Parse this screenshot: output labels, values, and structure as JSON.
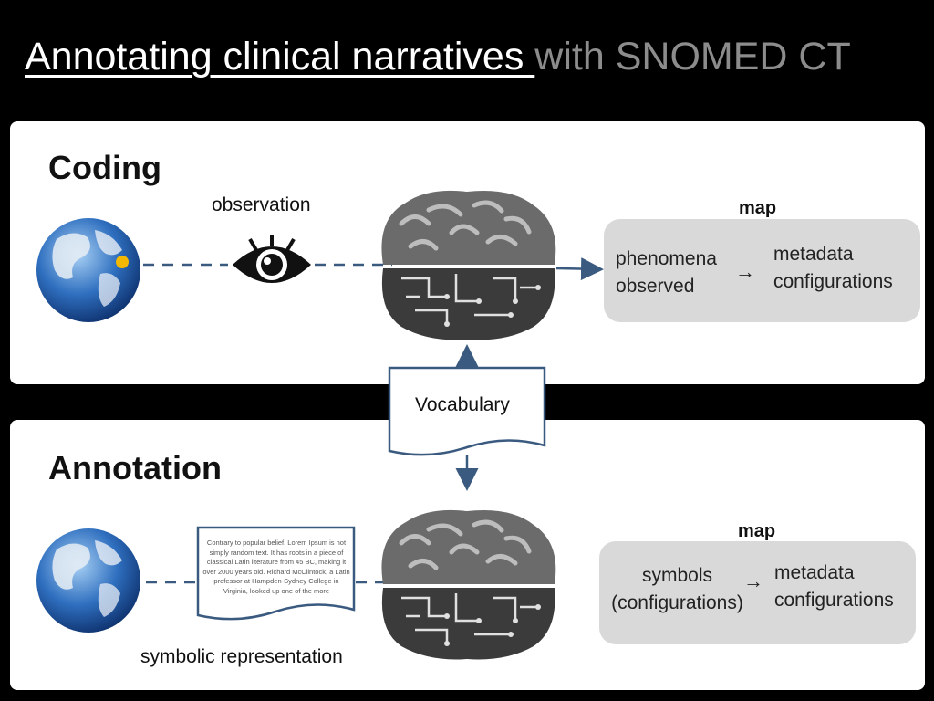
{
  "title": {
    "part1": "Annotating clinical narratives ",
    "part2": "with SNOMED CT"
  },
  "coding": {
    "heading": "Coding",
    "observation_label": "observation",
    "map_label": "map",
    "map_left_line1": "phenomena",
    "map_left_line2": "observed",
    "arrow": "→",
    "map_right_line1": "metadata",
    "map_right_line2": "configurations"
  },
  "vocabulary": "Vocabulary",
  "annotation": {
    "heading": "Annotation",
    "doc_text": "Contrary to popular belief, Lorem Ipsum is not simply random text. It has roots in a piece of classical Latin literature from 45 BC, making it over 2000 years old. Richard McClintock, a Latin professor at Hampden-Sydney College in Virginia, looked up one of the more",
    "symbolic_label": "symbolic  representation",
    "map_label": "map",
    "map_left_line1": "symbols",
    "map_left_line2": "(configurations)",
    "arrow": "→",
    "map_right_line1": "metadata",
    "map_right_line2": "configurations"
  },
  "colors": {
    "background": "#000000",
    "panel": "#ffffff",
    "map_box": "#d9d9d9",
    "connector": "#3a5a80",
    "title_secondary": "#8c8c8c"
  }
}
